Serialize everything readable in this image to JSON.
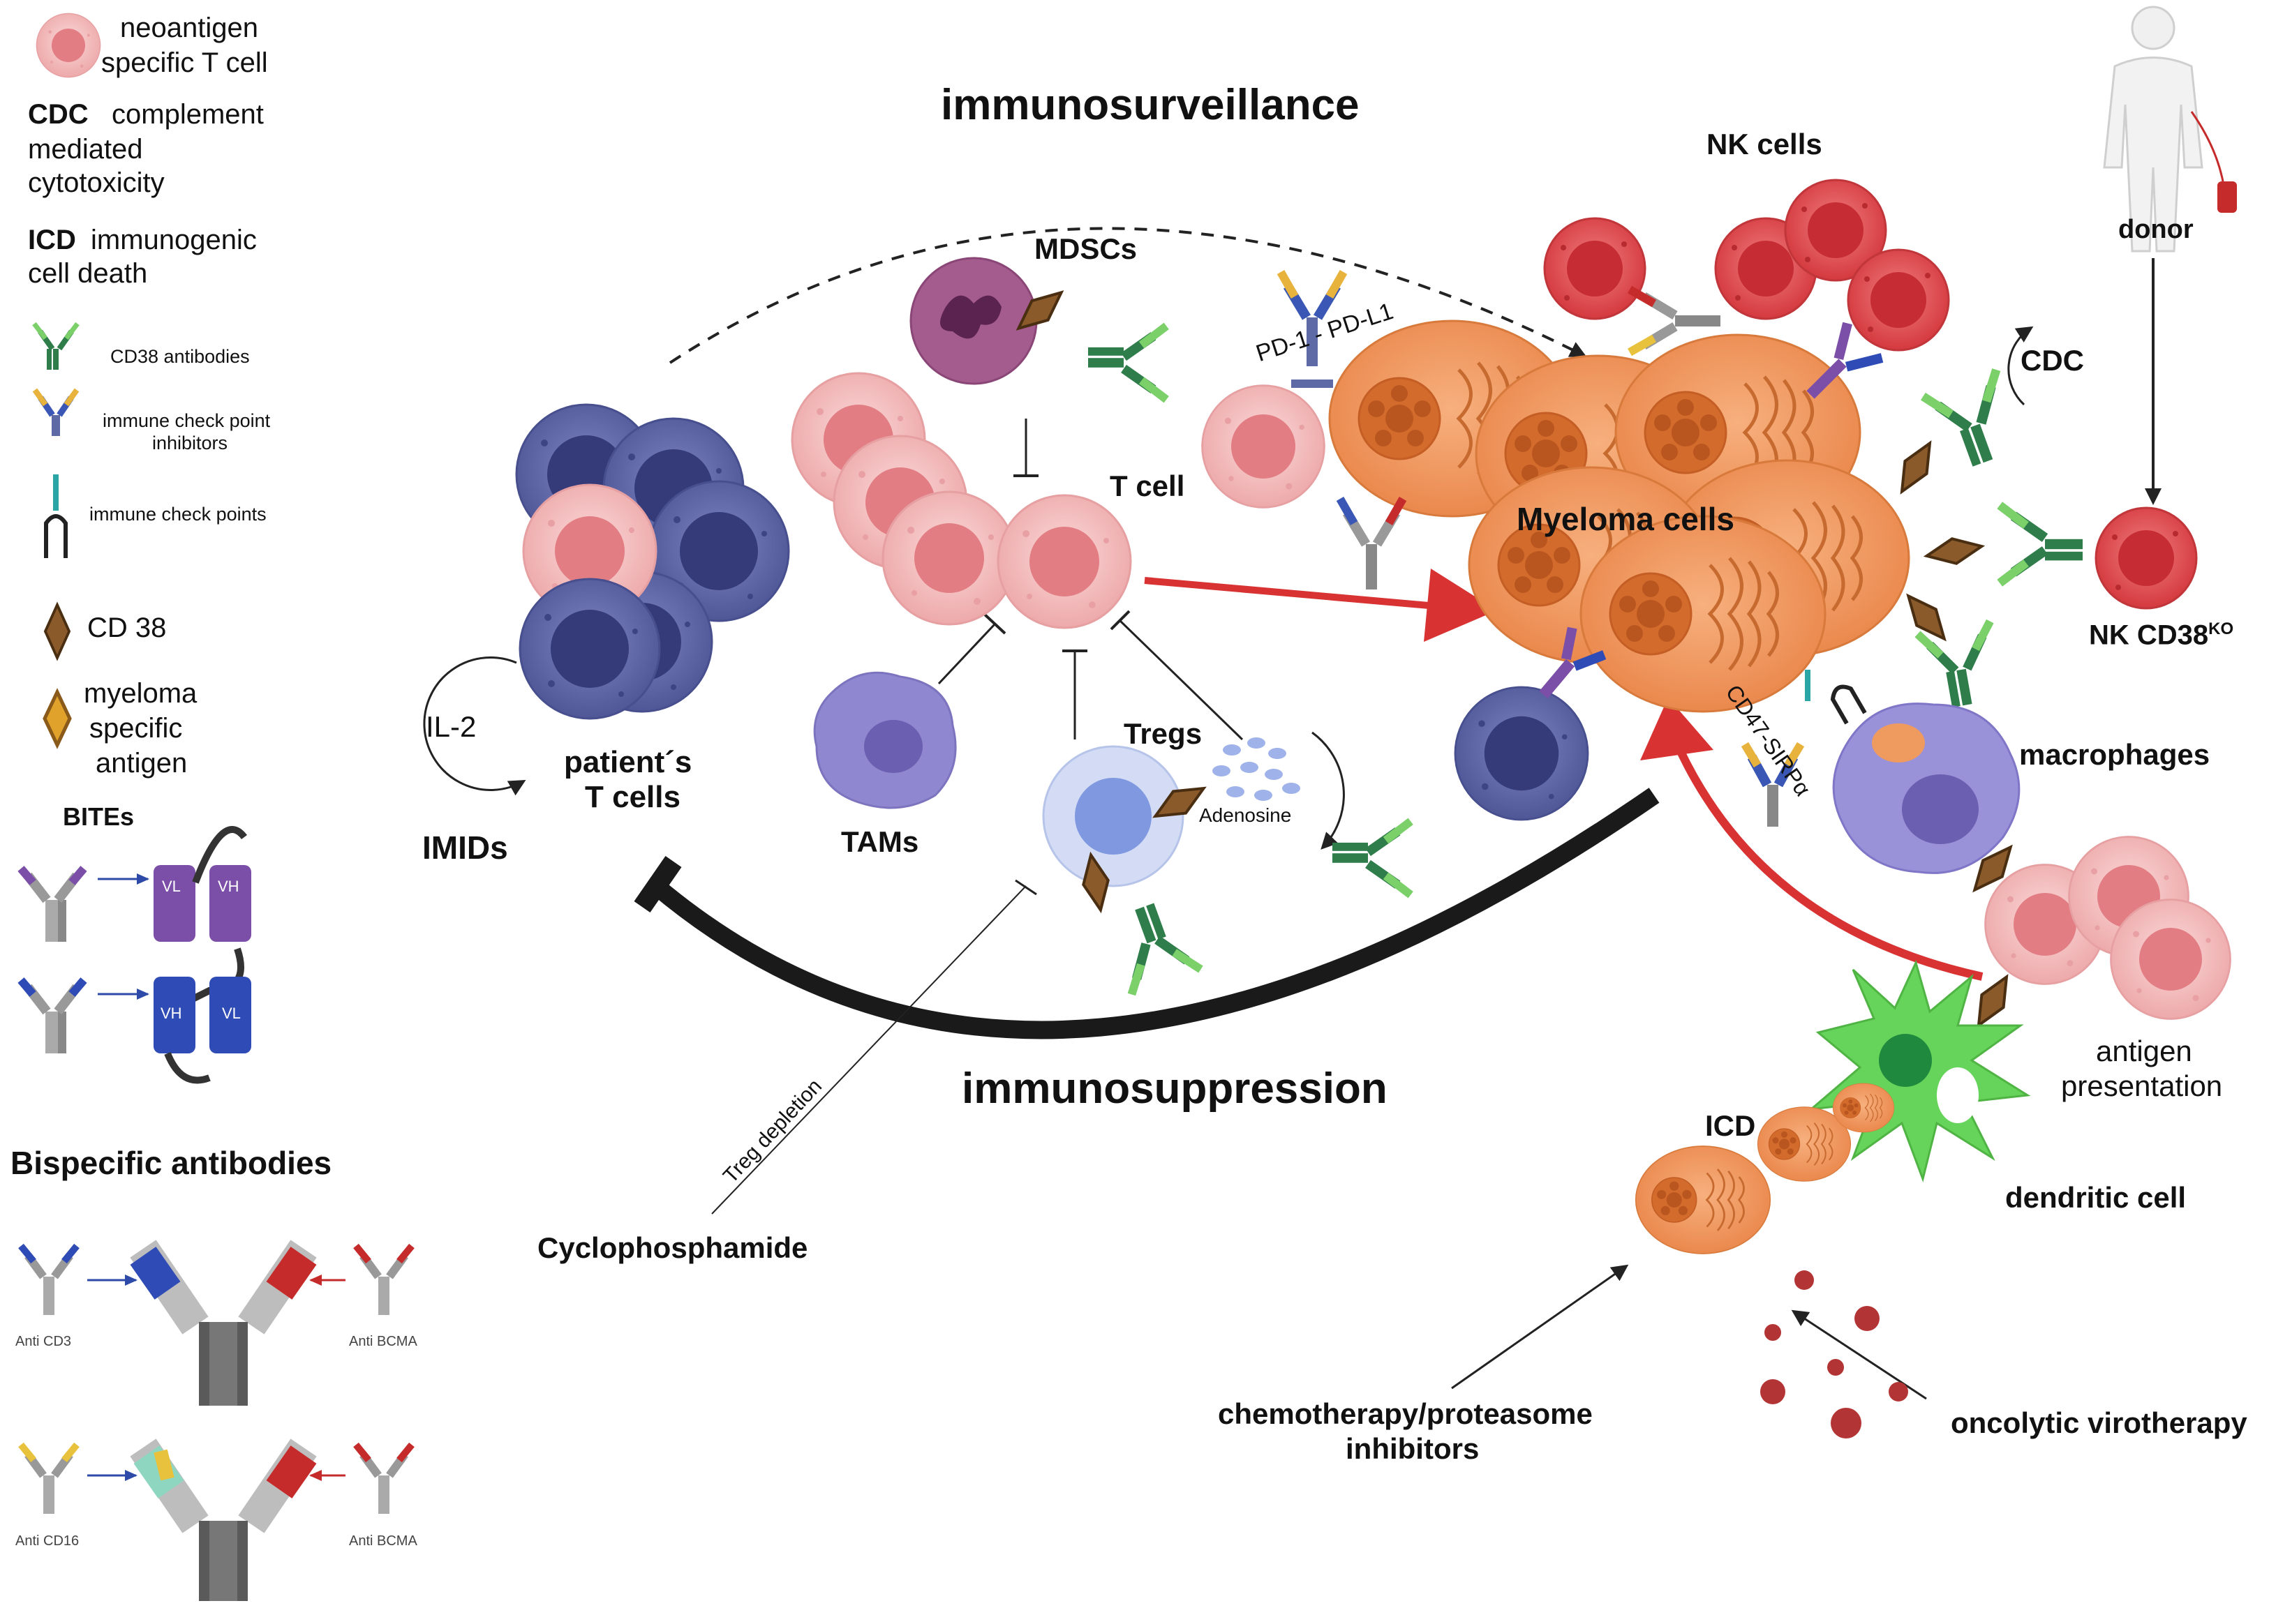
{
  "legend": {
    "neoantigen": [
      "neoantigen",
      "specific  T cell"
    ],
    "cdc_abbr": "CDC",
    "cdc_text": [
      "complement",
      "mediated",
      "cytotoxicity"
    ],
    "icd_abbr": "ICD",
    "icd_text": [
      "immunogenic",
      "cell death"
    ],
    "cd38_antibodies": "CD38 antibodies",
    "checkpoint_inhibitors": [
      "immune check point",
      "inhibitors"
    ],
    "checkpoints": "immune check points",
    "cd38": "CD 38",
    "myeloma_antigen": [
      "myeloma",
      "specific",
      "antigen"
    ],
    "bites_title": "BITEs",
    "vl": "VL",
    "vh": "VH",
    "bispecific_title": "Bispecific antibodies",
    "anti_cd3": "Anti CD3",
    "anti_bcma": "Anti BCMA",
    "anti_cd16": "Anti CD16"
  },
  "labels": {
    "immunosurveillance": "immunosurveillance",
    "immunosuppression": "immunosuppression",
    "mdscs": "MDSCs",
    "t_cell": "T cell",
    "tams": "TAMs",
    "tregs": "Tregs",
    "adenosine": "Adenosine",
    "il2": "IL-2",
    "imids": "IMIDs",
    "patient_t_cells": [
      "patient´s",
      "T cells"
    ],
    "pd1_pdl1": "PD-1 - PD-L1",
    "nk_cells": "NK cells",
    "myeloma_cells": "Myeloma cells",
    "cdc": "CDC",
    "donor": "donor",
    "nk_cd38": "NK CD38",
    "nk_cd38_sup": "KO",
    "cd47_sirpa": "CD47-SIRPα",
    "macrophages": "macrophages",
    "antigen_presentation": [
      "antigen",
      "presentation"
    ],
    "icd": "ICD",
    "dendritic_cell": "dendritic  cell",
    "treg_depletion": "Treg depletion",
    "cyclophosphamide": "Cyclophosphamide",
    "chemotherapy": [
      "chemotherapy/proteasome",
      "inhibitors"
    ],
    "oncolytic": "oncolytic virotherapy"
  },
  "colors": {
    "t_cell_pink": "#f1b8b8",
    "t_cell_nucleus": "#e07f84",
    "patient_t_cell_blue": "#5f67a8",
    "myeloma_orange": "#ef9a5f",
    "nk_red": "#de4a4e",
    "treg_blue": "#c9d6f2",
    "macrophage_purple": "#9a92d8",
    "dendritic_green": "#66d35a",
    "arrow_red": "#d83232",
    "cd38_brown": "#8a5a2b"
  }
}
